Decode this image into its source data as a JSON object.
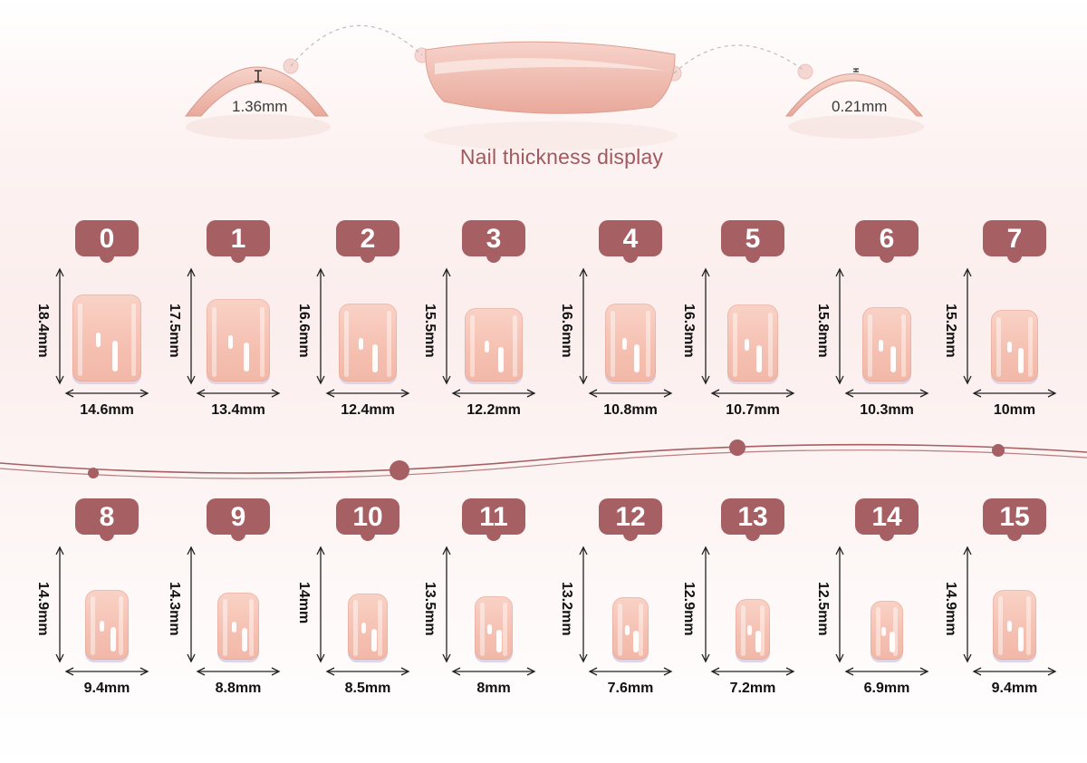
{
  "thickness": {
    "title": "Nail thickness display",
    "left_label": "1.36mm",
    "right_label": "0.21mm"
  },
  "colors": {
    "badge": "#a65f63",
    "nail": "#f5c0b1",
    "accent": "#a2595d"
  },
  "sizes_row1": [
    {
      "num": "0",
      "height": "18.4mm",
      "width": "14.6mm",
      "w": 14.6,
      "h": 18.4
    },
    {
      "num": "1",
      "height": "17.5mm",
      "width": "13.4mm",
      "w": 13.4,
      "h": 17.5
    },
    {
      "num": "2",
      "height": "16.6mm",
      "width": "12.4mm",
      "w": 12.4,
      "h": 16.6
    },
    {
      "num": "3",
      "height": "15.5mm",
      "width": "12.2mm",
      "w": 12.2,
      "h": 15.5
    },
    {
      "num": "4",
      "height": "16.6mm",
      "width": "10.8mm",
      "w": 10.8,
      "h": 16.6
    },
    {
      "num": "5",
      "height": "16.3mm",
      "width": "10.7mm",
      "w": 10.7,
      "h": 16.3
    },
    {
      "num": "6",
      "height": "15.8mm",
      "width": "10.3mm",
      "w": 10.3,
      "h": 15.8
    },
    {
      "num": "7",
      "height": "15.2mm",
      "width": "10mm",
      "w": 10,
      "h": 15.2
    }
  ],
  "sizes_row2": [
    {
      "num": "8",
      "height": "14.9mm",
      "width": "9.4mm",
      "w": 9.4,
      "h": 14.9
    },
    {
      "num": "9",
      "height": "14.3mm",
      "width": "8.8mm",
      "w": 8.8,
      "h": 14.3
    },
    {
      "num": "10",
      "height": "14mm",
      "width": "8.5mm",
      "w": 8.5,
      "h": 14
    },
    {
      "num": "11",
      "height": "13.5mm",
      "width": "8mm",
      "w": 8,
      "h": 13.5
    },
    {
      "num": "12",
      "height": "13.2mm",
      "width": "7.6mm",
      "w": 7.6,
      "h": 13.2
    },
    {
      "num": "13",
      "height": "12.9mm",
      "width": "7.2mm",
      "w": 7.2,
      "h": 12.9
    },
    {
      "num": "14",
      "height": "12.5mm",
      "width": "6.9mm",
      "w": 6.9,
      "h": 12.5
    },
    {
      "num": "15",
      "height": "14.9mm",
      "width": "9.4mm",
      "w": 9.4,
      "h": 14.9
    }
  ]
}
